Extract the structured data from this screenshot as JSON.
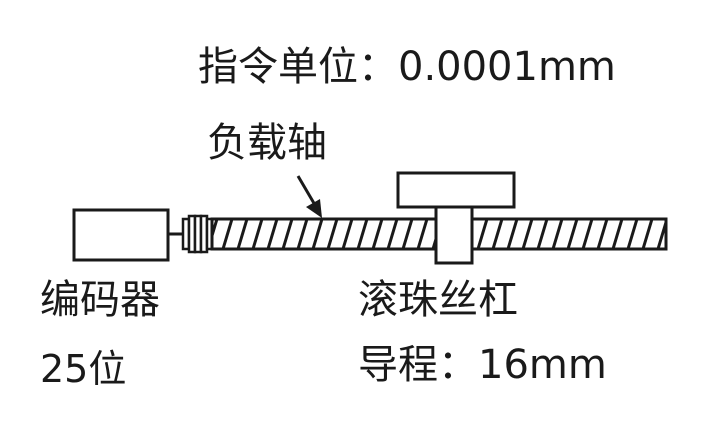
{
  "labels": {
    "instruction_unit": "指令单位：0.0001mm",
    "load_axis": "负载轴",
    "encoder": "编码器",
    "encoder_resolution": "25位",
    "ball_screw": "滚珠丝杠",
    "screw_lead": "导程：16mm"
  },
  "colors": {
    "stroke": "#1a1a1a",
    "background": "#ffffff"
  }
}
